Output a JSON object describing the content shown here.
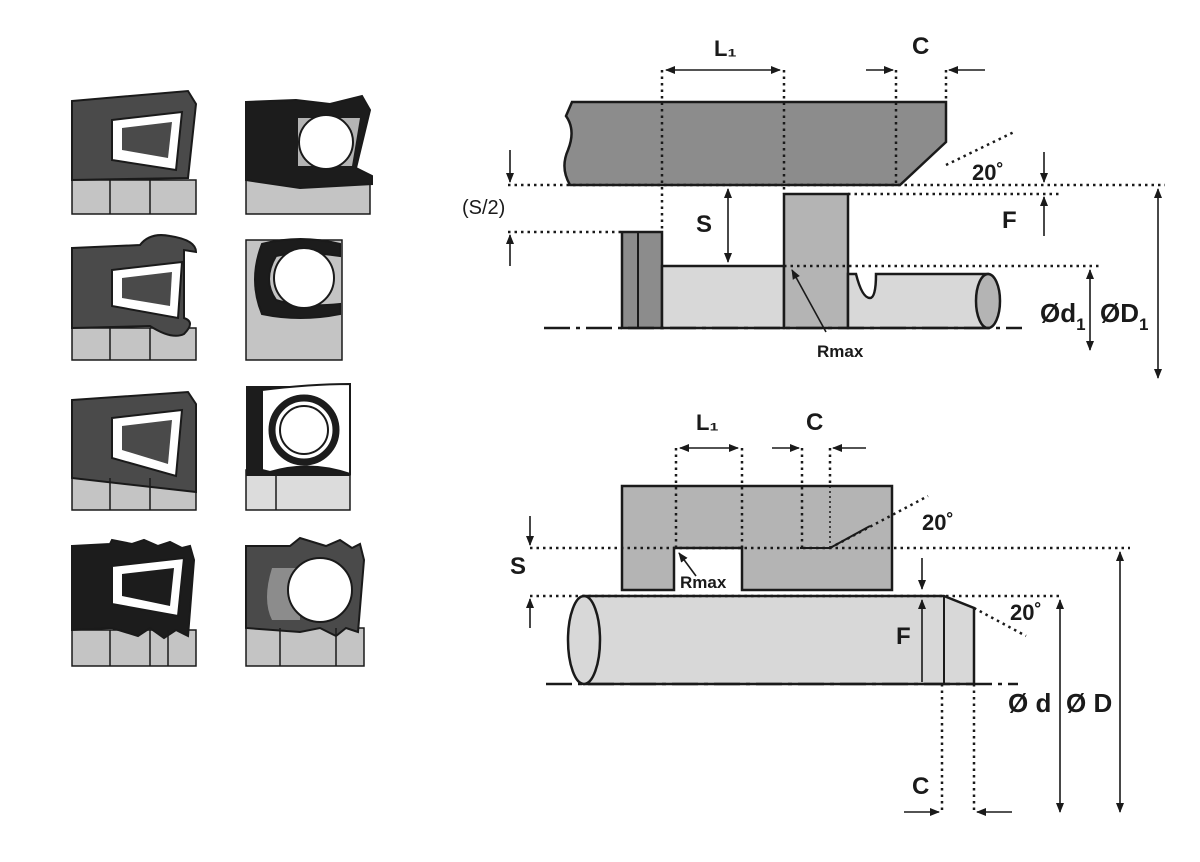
{
  "colors": {
    "outline": "#1a1a1a",
    "dark_seal": "#4a4a4a",
    "black_seal": "#1c1c1c",
    "mid_part": "#8c8c8c",
    "light_part": "#b4b4b4",
    "pale_part": "#d8d8d8",
    "background": "#ffffff"
  },
  "seal_profiles": {
    "left_column": [
      "spring-energized-u-seal",
      "spring-energized-u-seal-with-lip",
      "spring-energized-u-seal-flush",
      "spring-energized-u-seal-serrated"
    ],
    "right_column": [
      "o-ring-energized-seal",
      "o-ring-energized-c-seal",
      "o-ring-energized-open-seal",
      "o-ring-energized-lip-seal"
    ]
  },
  "upper_diagram": {
    "length_label": "L₁",
    "chamfer_label": "C",
    "angle_label": "20˚",
    "half_clearance_label": "(S/2)",
    "clearance_label": "S",
    "f_label": "F",
    "radius_label": "Rmax",
    "inner_dia_main": "Ød",
    "inner_dia_sub": "1",
    "outer_dia_main": "ØD",
    "outer_dia_sub": "1"
  },
  "lower_diagram": {
    "length_label": "L₁",
    "chamfer_top_label": "C",
    "angle_top_label": "20˚",
    "clearance_label": "S",
    "radius_label": "Rmax",
    "angle_rod_label": "20˚",
    "f_label": "F",
    "inner_dia_label": "Ø d",
    "outer_dia_label": "Ø D",
    "chamfer_bottom_label": "C"
  }
}
